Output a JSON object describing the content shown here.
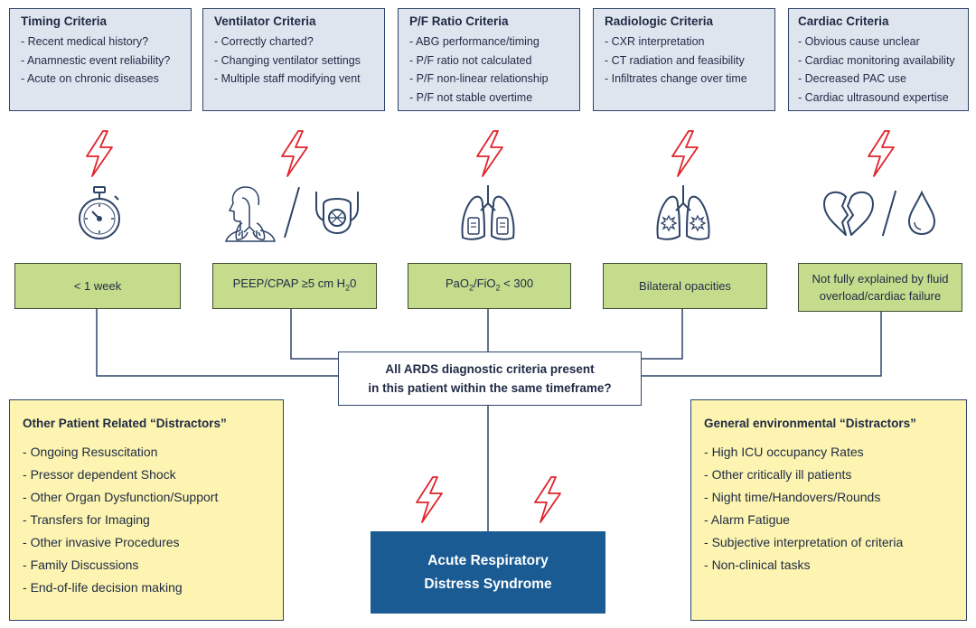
{
  "criteria": [
    {
      "title": "Timing Criteria",
      "items": [
        "Recent medical history?",
        "Anamnestic event reliability?",
        "Acute on chronic diseases"
      ]
    },
    {
      "title": "Ventilator Criteria",
      "items": [
        "Correctly charted?",
        "Changing ventilator settings",
        "Multiple staff modifying vent"
      ]
    },
    {
      "title": "P/F Ratio Criteria",
      "items": [
        "ABG performance/timing",
        "P/F ratio not calculated",
        "P/F non-linear relationship",
        "P/F not stable overtime"
      ]
    },
    {
      "title": "Radiologic Criteria",
      "items": [
        "CXR interpretation",
        "CT radiation and feasibility",
        "Infiltrates change over time"
      ]
    },
    {
      "title": "Cardiac Criteria",
      "items": [
        "Obvious cause unclear",
        "Cardiac monitoring availability",
        "Decreased PAC use",
        "Cardiac ultrasound expertise"
      ]
    }
  ],
  "definitions": {
    "timing": "< 1 week",
    "ventilator": {
      "prefix": "PEEP/CPAP ≥5 cm H",
      "sub": "2",
      "suffix": "0"
    },
    "pf_ratio": {
      "a": "PaO",
      "a_sub": "2",
      "slash": "/FiO",
      "b_sub": "2",
      "suffix": " < 300"
    },
    "radiologic": "Bilateral opacities",
    "cardiac_line1": "Not fully explained by fluid",
    "cardiac_line2": "overload/cardiac failure"
  },
  "question": {
    "line1": "All ARDS diagnostic criteria present",
    "line2": "in this patient within the same timeframe?"
  },
  "patient_distractors": {
    "title": "Other Patient Related “Distractors”",
    "items": [
      "Ongoing Resuscitation",
      "Pressor dependent Shock",
      "Other Organ Dysfunction/Support",
      "Transfers for Imaging",
      "Other invasive Procedures",
      "Family Discussions",
      "End-of-life decision making"
    ]
  },
  "environment_distractors": {
    "title": "General environmental “Distractors”",
    "items": [
      "High ICU occupancy Rates",
      "Other critically ill patients",
      "Night time/Handovers/Rounds",
      "Alarm Fatigue",
      "Subjective interpretation of criteria",
      "Non-clinical tasks"
    ]
  },
  "outcome": {
    "line1": "Acute Respiratory",
    "line2": "Distress Syndrome"
  },
  "icons": [
    "lightning-icon",
    "stopwatch-icon",
    "respiratory-system-icon",
    "ventilator-mask-icon",
    "lungs-gas-icon",
    "lungs-opacities-icon",
    "broken-heart-icon",
    "water-drop-icon"
  ],
  "colors": {
    "navy": "#1a5b94",
    "criteria_bg": "#dfe5ef",
    "green": "#c5dc8d",
    "yellow": "#fcf4b0",
    "lightning": "#e0242b",
    "stroke": "#2e4468"
  }
}
